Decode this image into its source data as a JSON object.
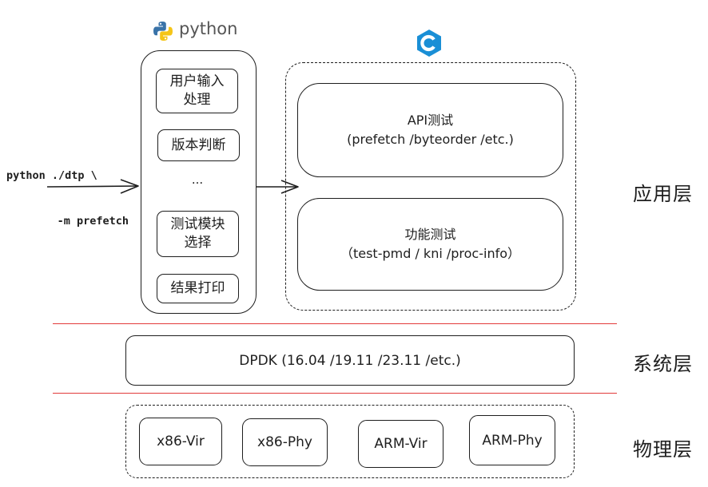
{
  "python_logo": {
    "text": "python"
  },
  "command": {
    "line1": "python ./dtp \\",
    "line2": "-m prefetch"
  },
  "steps": [
    {
      "line1": "用户输入",
      "line2": "处理"
    },
    {
      "line1": "版本判断",
      "line2": ""
    },
    {
      "line1": "...",
      "line2": ""
    },
    {
      "line1": "测试模块",
      "line2": "选择"
    },
    {
      "line1": "结果打印",
      "line2": ""
    }
  ],
  "tests": {
    "api": {
      "title": "API测试",
      "detail": "(prefetch /byteorder /etc.)"
    },
    "func": {
      "title": "功能测试",
      "detail": "（test-pmd / kni /proc-info）"
    }
  },
  "dpdk": {
    "label": "DPDK (16.04 /19.11 /23.11 /etc.)"
  },
  "platforms": [
    "x86-Vir",
    "x86-Phy",
    "ARM-Vir",
    "ARM-Phy"
  ],
  "layers": {
    "app": "应用层",
    "system": "系统层",
    "physical": "物理层"
  },
  "colors": {
    "stroke": "#1e1e1e",
    "separator": "#e23a3a",
    "python_blue": "#3a73a8",
    "python_yellow": "#f5c518",
    "c_logo": "#1a8fd6"
  }
}
